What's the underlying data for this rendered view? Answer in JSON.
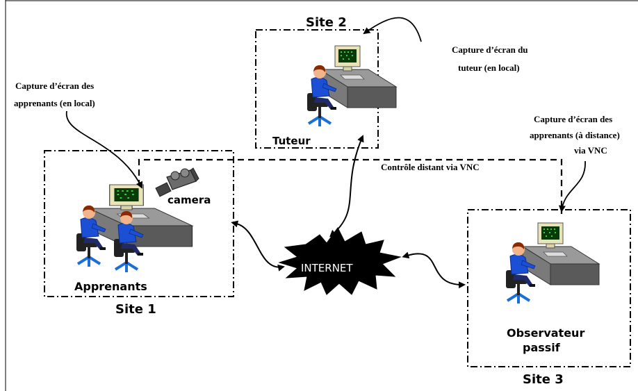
{
  "diagram": {
    "sites": {
      "site1": {
        "title": "Site 1",
        "role": "Apprenants"
      },
      "site2": {
        "title": "Site 2",
        "role": "Tuteur"
      },
      "site3": {
        "title": "Site 3",
        "role_line1": "Observateur",
        "role_line2": "passif"
      }
    },
    "internet_label": "INTERNET",
    "camera_label": "camera",
    "annotations": {
      "tutor_capture_line1": "Capture d’écran du",
      "tutor_capture_line2": "tuteur (en local)",
      "learners_local_line1": "Capture d’écran des",
      "learners_local_line2": "apprenants (en local)",
      "learners_remote_line1": "Capture d’écran des",
      "learners_remote_line2": "apprenants (à distance)",
      "learners_remote_line3": "via VNC",
      "remote_control": "Contrôle distant via VNC"
    },
    "colors": {
      "line": "#000000",
      "shirt": "#1a4fd6",
      "hair": "#8a2a00",
      "skin": "#f2b48a",
      "desk_top": "#8c8c8c",
      "desk_side": "#5a5a5a",
      "monitor": "#e8e4b8",
      "screen": "#0a3a0a",
      "chair_base": "#1c6fd6",
      "internet_fill": "#000000",
      "internet_text": "#ffffff"
    }
  }
}
